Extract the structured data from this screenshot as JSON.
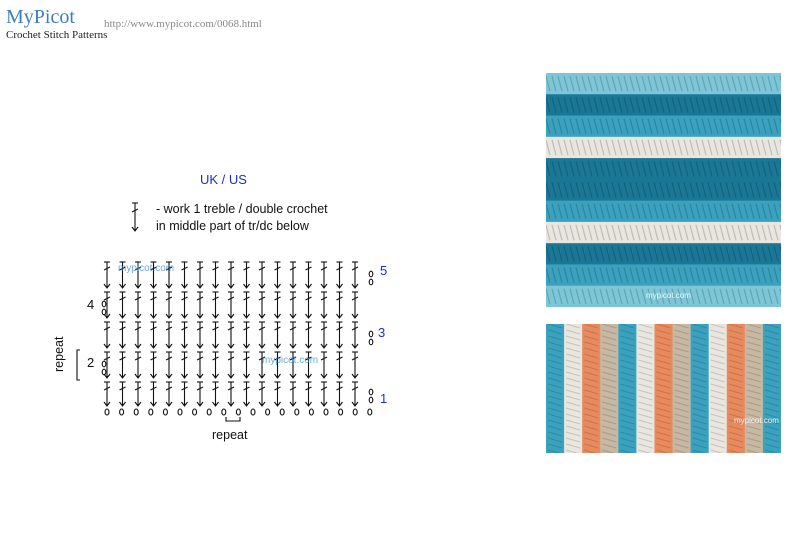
{
  "header": {
    "site_title": "MyPicot",
    "url": "http://www.mypicot.com/0068.html",
    "subtitle": "Crochet Stitch Patterns"
  },
  "legend": {
    "title": "UK / US",
    "line1": "-  work 1 treble / double crochet",
    "line2": "in middle part of tr/dc below"
  },
  "diagram": {
    "row_numbers": [
      "1",
      "3",
      "5"
    ],
    "block_numbers": [
      "2",
      "4"
    ],
    "repeat_left": "repeat",
    "repeat_bottom": "repeat",
    "watermark_1": "mypicot.com",
    "watermark_2": "mypicot.com"
  },
  "photos": {
    "photo1_watermark": "mypicot.com",
    "photo2_watermark": "mypicot.com",
    "colors": {
      "dark_teal": "#1a7896",
      "mid_teal": "#3aa2bf",
      "light_teal": "#7cc6d8",
      "cream": "#e8e6df",
      "orange": "#e98a5e",
      "beige": "#c6b8a2"
    }
  }
}
